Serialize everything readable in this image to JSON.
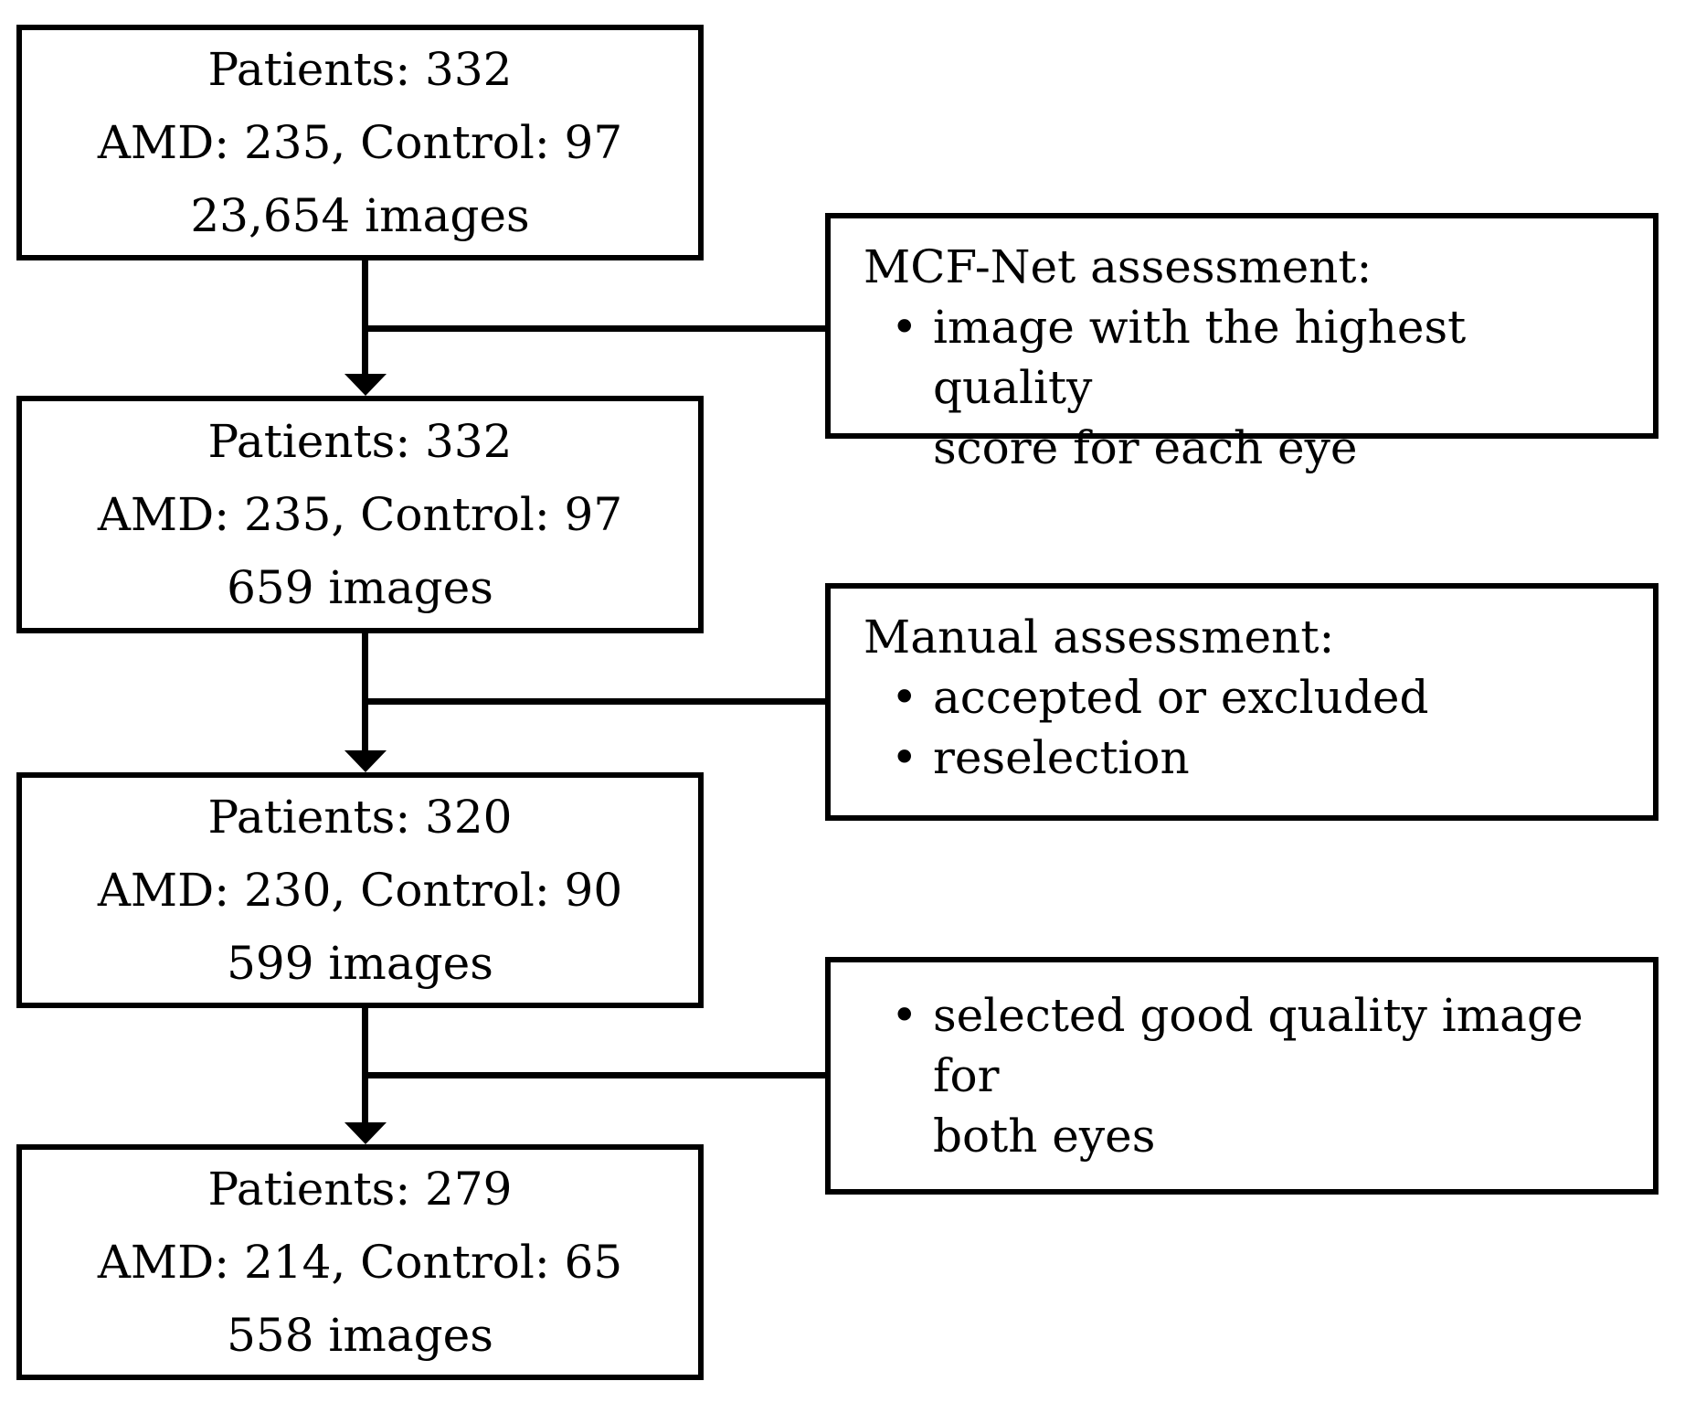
{
  "colors": {
    "ink": "#000000",
    "paper": "#ffffff"
  },
  "bullet_glyph": "•",
  "stages": [
    {
      "lines": [
        "Patients: 332",
        "AMD: 235, Control: 97",
        "23,654 images"
      ]
    },
    {
      "lines": [
        "Patients: 332",
        "AMD: 235, Control: 97",
        "659 images"
      ]
    },
    {
      "lines": [
        "Patients: 320",
        "AMD: 230, Control: 90",
        "599 images"
      ]
    },
    {
      "lines": [
        "Patients: 279",
        "AMD: 214, Control: 65",
        "558 images"
      ]
    }
  ],
  "annotations": [
    {
      "heading": "MCF-Net assessment:",
      "bullets": [
        {
          "lines": [
            "image with the highest quality",
            "score for each eye"
          ]
        }
      ]
    },
    {
      "heading": "Manual assessment:",
      "bullets": [
        {
          "lines": [
            "accepted or excluded"
          ]
        },
        {
          "lines": [
            "reselection"
          ]
        }
      ]
    },
    {
      "heading": "",
      "bullets": [
        {
          "lines": [
            "selected good quality image for",
            "both eyes"
          ]
        }
      ]
    }
  ]
}
